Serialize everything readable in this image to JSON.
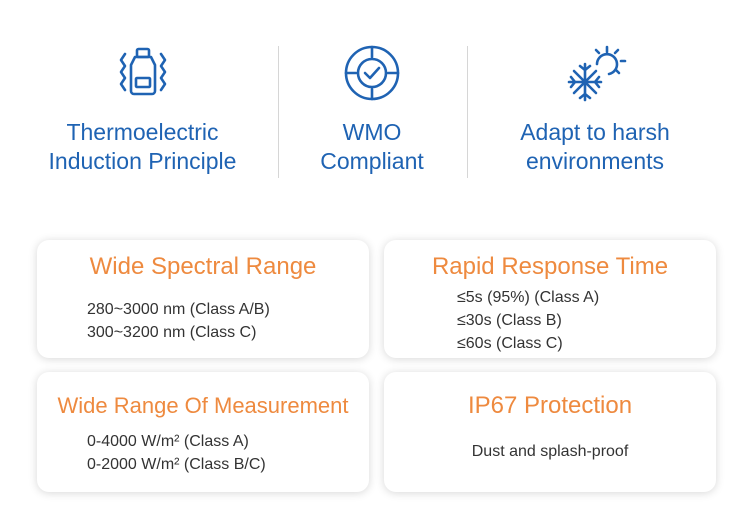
{
  "features": [
    {
      "icon": "thermoelectric-sensor-icon",
      "line1": "Thermoelectric",
      "line2": "Induction Principle"
    },
    {
      "icon": "compliance-check-icon",
      "line1": "WMO",
      "line2": "Compliant"
    },
    {
      "icon": "sun-snowflake-icon",
      "line1": "Adapt to harsh",
      "line2": "environments"
    }
  ],
  "cards": {
    "spectral": {
      "title": "Wide Spectral Range",
      "lines": [
        "280~3000 nm  (Class A/B)",
        "300~3200 nm  (Class C)"
      ]
    },
    "response": {
      "title": "Rapid Response Time",
      "lines": [
        "≤5s (95%)  (Class A)",
        "≤30s  (Class B)",
        "≤60s  (Class C)"
      ]
    },
    "measurement": {
      "title": "Wide Range Of Measurement",
      "lines": [
        "0-4000 W/m²  (Class A)",
        "0-2000 W/m²  (Class B/C)"
      ]
    },
    "protection": {
      "title": "IP67 Protection",
      "lines": [
        "Dust and splash-proof"
      ]
    }
  },
  "colors": {
    "blue": "#1f63b3",
    "orange": "#ee8a3f",
    "text": "#333333"
  }
}
